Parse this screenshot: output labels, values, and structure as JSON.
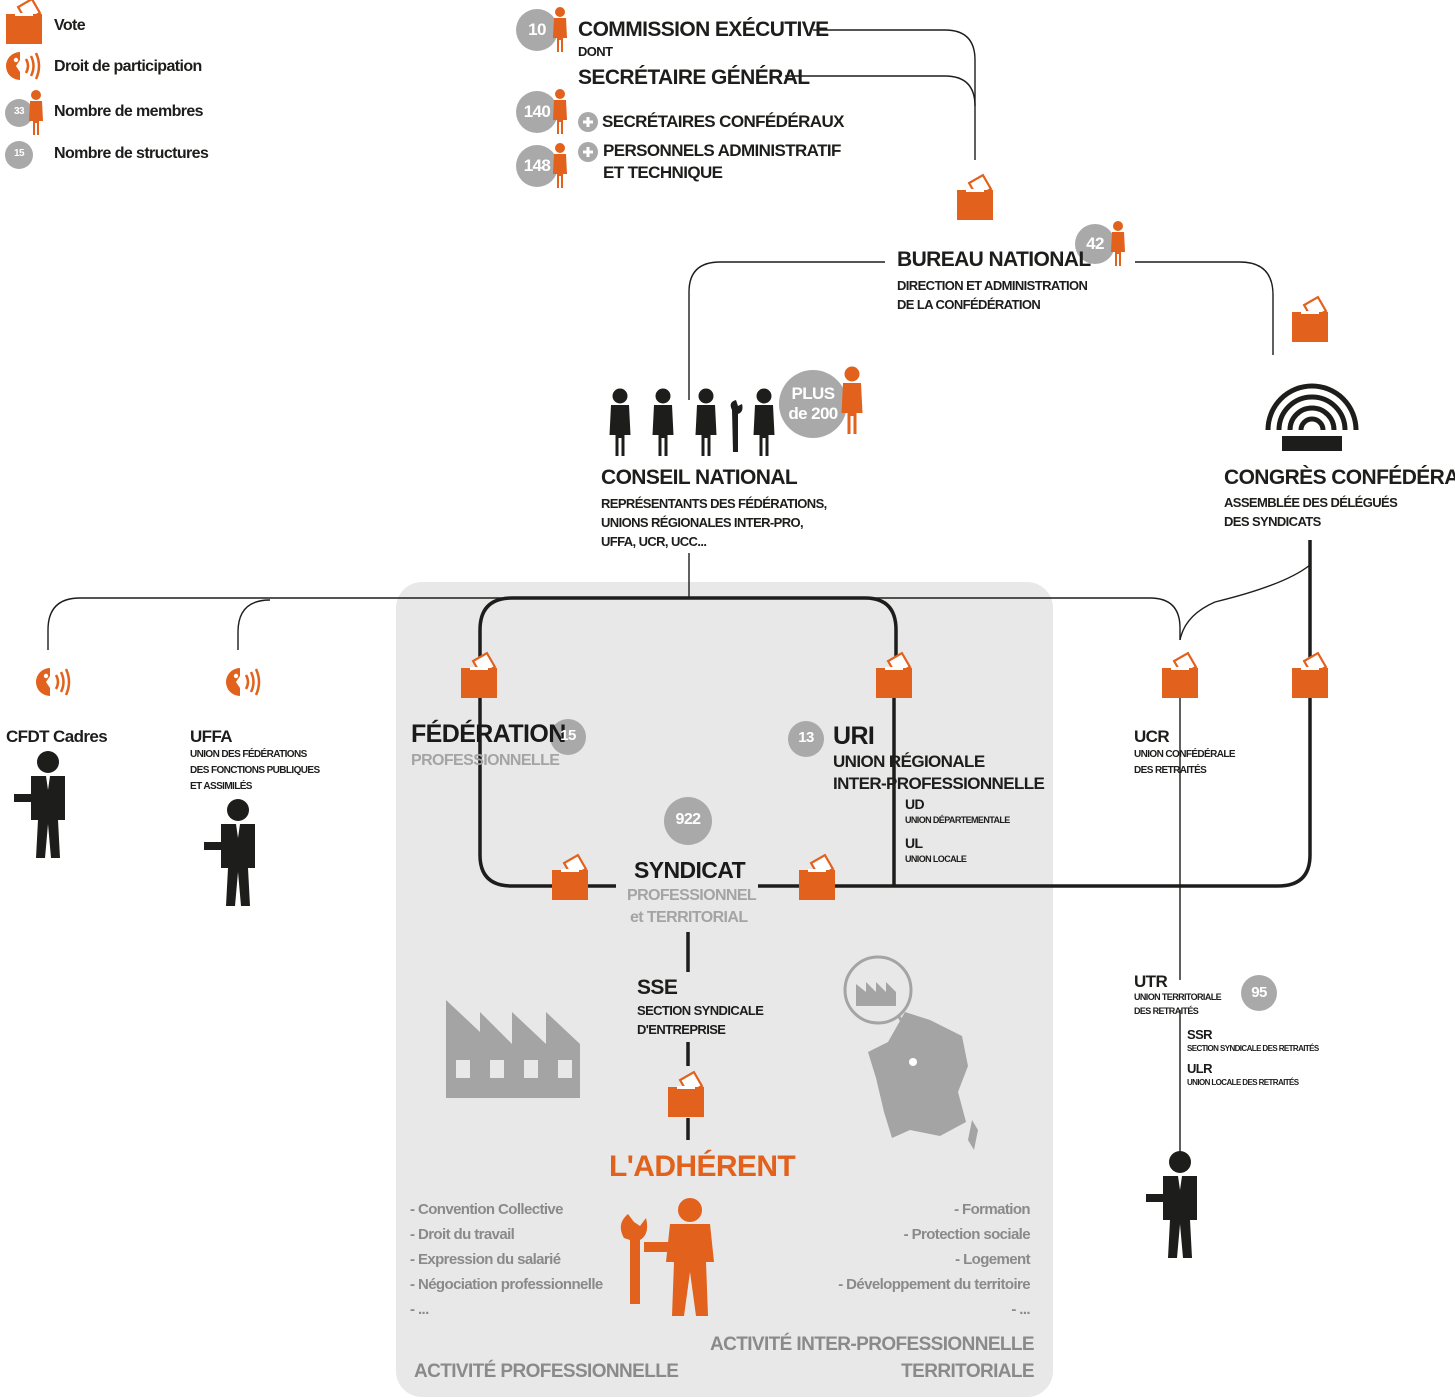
{
  "colors": {
    "orange": "#e2611c",
    "black": "#1d1d1b",
    "gray": "#b8b8b8",
    "panel": "#e8e8e8",
    "muted": "#a4a4a4"
  },
  "legend": {
    "vote": "Vote",
    "droit": "Droit de participation",
    "membres": "Nombre de membres",
    "membres_badge": "33",
    "structures": "Nombre de structures",
    "structures_badge": "15"
  },
  "commission": {
    "badge": "10",
    "title": "COMMISSION EXÉCUTIVE",
    "dont": "DONT",
    "secretaire": "SECRÉTAIRE GÉNÉRAL",
    "badge2": "140",
    "secretaires": "SECRÉTAIRES CONFÉDÉRAUX",
    "badge3": "148",
    "personnels": [
      "PERSONNELS ADMINISTRATIF",
      "ET TECHNIQUE"
    ]
  },
  "bureau": {
    "title": "BUREAU NATIONAL",
    "badge": "42",
    "sub": [
      "DIRECTION ET ADMINISTRATION",
      "DE LA CONFÉDÉRATION"
    ]
  },
  "conseil": {
    "badge": [
      "PLUS",
      "de 200"
    ],
    "title": "CONSEIL NATIONAL",
    "sub": [
      "REPRÉSENTANTS DES FÉDÉRATIONS,",
      "UNIONS RÉGIONALES INTER-PRO,",
      "UFFA, UCR, UCC..."
    ]
  },
  "congres": {
    "title": "CONGRÈS CONFÉDÉRAL",
    "sub": [
      "ASSEMBLÉE DES DÉLÉGUÉS",
      "DES SYNDICATS"
    ]
  },
  "cadres": {
    "title": "CFDT Cadres"
  },
  "uffa": {
    "title": "UFFA",
    "sub": [
      "UNION DES FÉDÉRATIONS",
      "DES FONCTIONS PUBLIQUES",
      "ET ASSIMILÉS"
    ]
  },
  "federation": {
    "title": "FÉDÉRATION",
    "badge": "15",
    "sub": "PROFESSIONNELLE"
  },
  "uri": {
    "badge": "13",
    "title": "URI",
    "sub": [
      "UNION RÉGIONALE",
      "INTER-PROFESSIONNELLE"
    ],
    "ud": "UD",
    "ud_sub": "UNION DÉPARTEMENTALE",
    "ul": "UL",
    "ul_sub": "UNION LOCALE"
  },
  "ucr": {
    "title": "UCR",
    "sub": [
      "UNION CONFÉDÉRALE",
      "DES RETRAITÉS"
    ]
  },
  "syndicat": {
    "badge": "922",
    "title": "SYNDICAT",
    "sub": [
      "PROFESSIONNEL",
      "et TERRITORIAL"
    ]
  },
  "sse": {
    "title": "SSE",
    "sub": [
      "SECTION SYNDICALE",
      "D'ENTREPRISE"
    ]
  },
  "utr": {
    "title": "UTR",
    "badge": "95",
    "sub": [
      "UNION TERRITORIALE",
      "DES RETRAITÉS"
    ],
    "ssr": "SSR",
    "ssr_sub": "SECTION SYNDICALE DES RETRAITÉS",
    "ulr": "ULR",
    "ulr_sub": "UNION LOCALE DES RETRAITÉS"
  },
  "adherent": {
    "title": "L'ADHÉRENT"
  },
  "left_list": [
    "- Convention Collective",
    "- Droit du travail",
    "- Expression du salarié",
    "- Négociation professionnelle",
    "- ..."
  ],
  "right_list": [
    "- Formation",
    "- Protection sociale",
    "- Logement",
    "- Développement du territoire",
    "- ..."
  ],
  "footer": {
    "pro": "ACTIVITÉ PROFESSIONNELLE",
    "inter": [
      "ACTIVITÉ INTER-PROFESSIONNELLE",
      "TERRITORIALE"
    ]
  }
}
